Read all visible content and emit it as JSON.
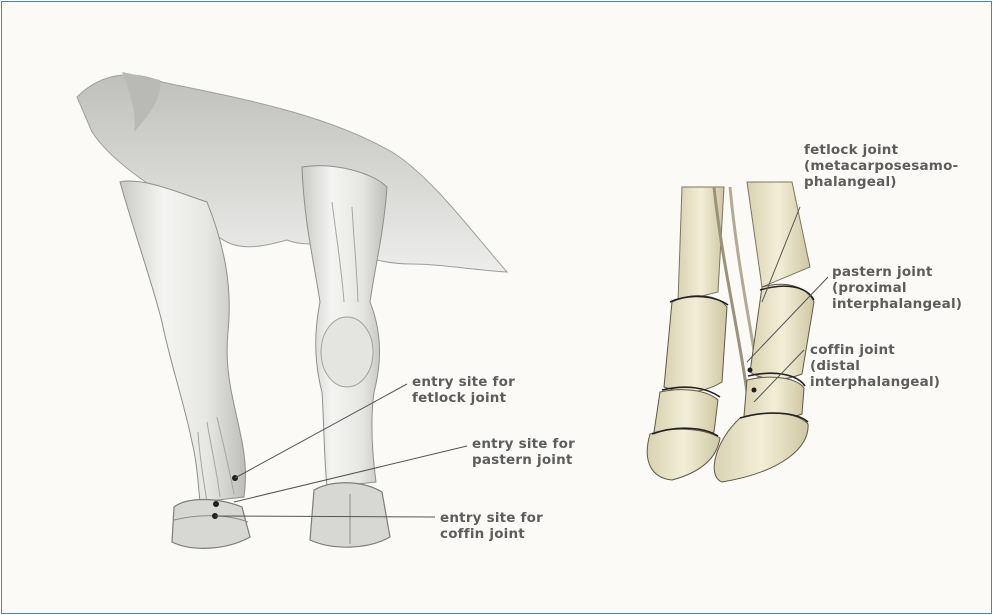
{
  "labels": {
    "fetlock_entry": [
      "entry site for",
      "fetlock joint"
    ],
    "pastern_entry": [
      "entry site for",
      "pastern joint"
    ],
    "coffin_entry": [
      "entry site for",
      "coffin joint"
    ],
    "fetlock_joint": [
      "fetlock joint",
      "(metacarposesamo-",
      "phalangeal)"
    ],
    "pastern_joint": [
      "pastern joint",
      "(proximal",
      "interphalangeal)"
    ],
    "coffin_joint": [
      "coffin joint",
      "(distal",
      "interphalangeal)"
    ]
  },
  "colors": {
    "border": "#4f81bd",
    "label_text": "#5d5d5d",
    "leader_line": "#555555",
    "bone": "#efe8c9",
    "limb_shading": "#d9d9d6"
  }
}
